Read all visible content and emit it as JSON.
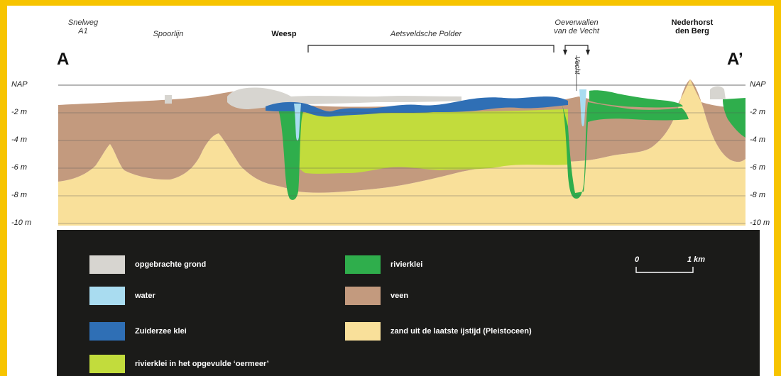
{
  "top_labels": {
    "snelweg": "Snelweg\nA1",
    "spoorlijn": "Spoorlijn",
    "weesp": "Weesp",
    "polder": "Aetsveldsche Polder",
    "oeverwallen": "Oeverwallen\nvan de Vecht",
    "nederhorst": "Nederhorst\nden Berg",
    "vecht": "Vecht"
  },
  "endpoints": {
    "left": "A",
    "right": "A’"
  },
  "depth_labels": [
    "NAP",
    "-2 m",
    "-4 m",
    "-6 m",
    "-8 m",
    "-10 m"
  ],
  "depth_values": [
    0,
    -2,
    -4,
    -6,
    -8,
    -10
  ],
  "colors": {
    "opgebrachte_grond": "#d7d5d0",
    "water": "#a9dcf0",
    "zuiderzee_klei": "#2f6fb5",
    "oermeer_klei": "#c2dc3c",
    "rivierklei": "#2fae4c",
    "veen": "#c39a7e",
    "zand": "#f9e09a",
    "legend_bg": "#1b1b19",
    "border": "#f7c400"
  },
  "legend": [
    {
      "key": "opgebrachte_grond",
      "label": "opgebrachte grond"
    },
    {
      "key": "water",
      "label": "water"
    },
    {
      "key": "zuiderzee_klei",
      "label": "Zuiderzee klei"
    },
    {
      "key": "oermeer_klei",
      "label": "rivierklei in het opgevulde ‘oermeer’"
    },
    {
      "key": "rivierklei",
      "label": "rivierklei"
    },
    {
      "key": "veen",
      "label": "veen"
    },
    {
      "key": "zand",
      "label": "zand uit de laatste ijstijd (Pleistoceen)"
    }
  ],
  "scale_bar": {
    "start": "0",
    "end": "1 km"
  }
}
